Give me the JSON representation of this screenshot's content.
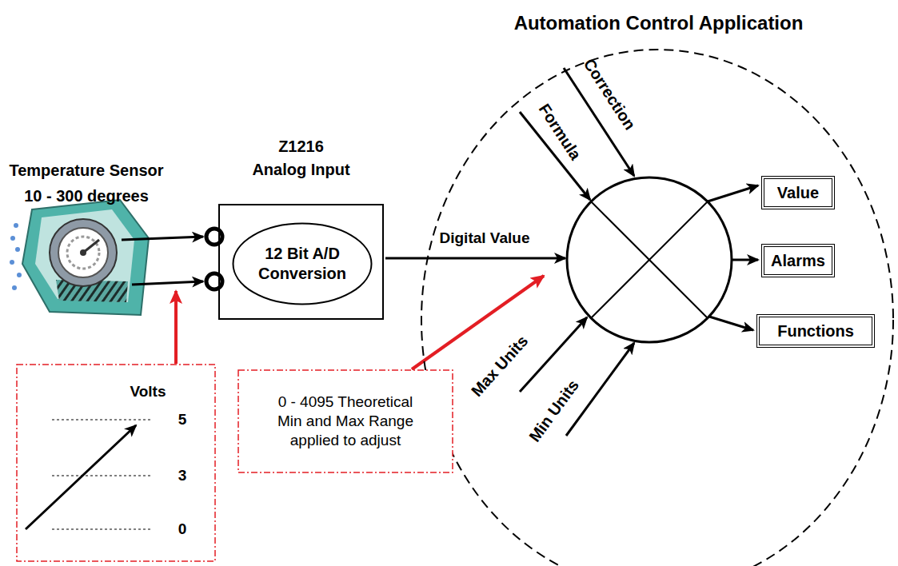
{
  "diagram": {
    "nodes": [
      {
        "text": [
          "Automation Control Application"
        ]
      },
      {
        "text": [
          "Z1216 Analog Input"
        ]
      },
      {
        "text": [
          "12 Bit A/D Conversion"
        ],
        "in": 1
      },
      {
        "text": [
          "Value"
        ],
        "in": 0
      },
      {
        "text": [
          "Alarms"
        ],
        "in": 0
      },
      {
        "text": [
          "Functions"
        ],
        "in": 0
      },
      {
        "text": [
          "Volts",
          "5",
          "3",
          "0"
        ]
      },
      {
        "text": [
          "0 - 4095 Theoretical Min and Max Range applied to adjust"
        ]
      }
    ],
    "labels": [
      "Temperature Sensor",
      "10 - 300 degrees",
      "Digital Value",
      "Correction",
      "Formula",
      "Max Units",
      "Min Units"
    ]
  }
}
